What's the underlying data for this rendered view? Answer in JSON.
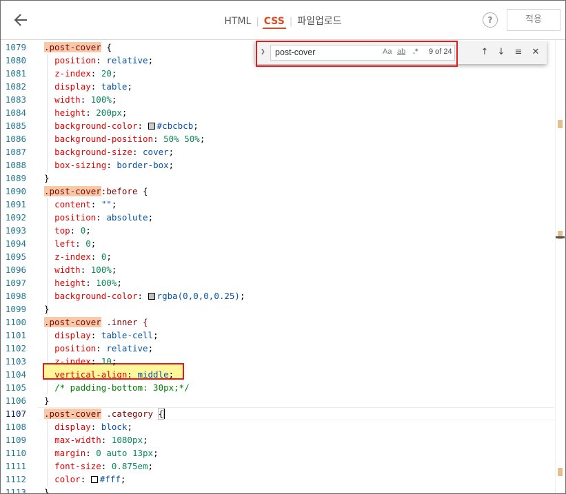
{
  "header": {
    "back_icon": "back-arrow-icon",
    "tabs": [
      {
        "label": "HTML",
        "active": false
      },
      {
        "label": "CSS",
        "active": true
      },
      {
        "label": "파일업로드",
        "active": false
      }
    ],
    "help_label": "?",
    "apply_label": "적용"
  },
  "find": {
    "toggle_icon": "chevron-right-icon",
    "query": "post-cover",
    "match_case_label": "Aa",
    "whole_word_label": "ab",
    "regex_label": ".*",
    "count": "9 of 24",
    "prev_icon": "arrow-up-icon",
    "next_icon": "arrow-down-icon",
    "selection_icon": "find-in-selection-icon",
    "close_icon": "close-icon"
  },
  "editor": {
    "current_line": "1107",
    "lines": [
      {
        "n": "1079"
      },
      {
        "n": "1080"
      },
      {
        "n": "1081"
      },
      {
        "n": "1082"
      },
      {
        "n": "1083"
      },
      {
        "n": "1084"
      },
      {
        "n": "1085"
      },
      {
        "n": "1086"
      },
      {
        "n": "1087"
      },
      {
        "n": "1088"
      },
      {
        "n": "1089"
      },
      {
        "n": "1090"
      },
      {
        "n": "1091"
      },
      {
        "n": "1092"
      },
      {
        "n": "1093"
      },
      {
        "n": "1094"
      },
      {
        "n": "1095"
      },
      {
        "n": "1096"
      },
      {
        "n": "1097"
      },
      {
        "n": "1098"
      },
      {
        "n": "1099"
      },
      {
        "n": "1100"
      },
      {
        "n": "1101"
      },
      {
        "n": "1102"
      },
      {
        "n": "1103"
      },
      {
        "n": "1104"
      },
      {
        "n": "1105"
      },
      {
        "n": "1106"
      },
      {
        "n": "1107"
      },
      {
        "n": "1108"
      },
      {
        "n": "1109"
      },
      {
        "n": "1110"
      },
      {
        "n": "1111"
      },
      {
        "n": "1112"
      },
      {
        "n": "1113"
      }
    ],
    "code": {
      "l1079_sel": ".post-cover",
      "l1079_rest": " {",
      "l1080_prop": "position",
      "l1080_val": "relative",
      "l1081_prop": "z-index",
      "l1081_val": "20",
      "l1082_prop": "display",
      "l1082_val": "table",
      "l1083_prop": "width",
      "l1083_val": "100%",
      "l1084_prop": "height",
      "l1084_val": "200px",
      "l1085_prop": "background-color",
      "l1085_val": "#cbcbcb",
      "l1086_prop": "background-position",
      "l1086_val": "50% 50%",
      "l1087_prop": "background-size",
      "l1087_val": "cover",
      "l1088_prop": "box-sizing",
      "l1088_val": "border-box",
      "l1089": "}",
      "l1090_sel": ".post-cover",
      "l1090_pseudo": ":before",
      "l1090_rest": " {",
      "l1091_prop": "content",
      "l1091_val": "\"\"",
      "l1092_prop": "position",
      "l1092_val": "absolute",
      "l1093_prop": "top",
      "l1093_val": "0",
      "l1094_prop": "left",
      "l1094_val": "0",
      "l1095_prop": "z-index",
      "l1095_val": "0",
      "l1096_prop": "width",
      "l1096_val": "100%",
      "l1097_prop": "height",
      "l1097_val": "100%",
      "l1098_prop": "background-color",
      "l1098_val": "rgba(0,0,0,0.25)",
      "l1099": "}",
      "l1100_sel": ".post-cover",
      "l1100_rest": " .inner {",
      "l1101_prop": "display",
      "l1101_val": "table-cell",
      "l1102_prop": "position",
      "l1102_val": "relative",
      "l1103_prop": "z-index",
      "l1103_val": "10",
      "l1104_prop": "vertical-align",
      "l1104_val": "middle",
      "l1105": "/* padding-bottom: 30px;*/",
      "l1106": "}",
      "l1107_sel": ".post-cover",
      "l1107_rest": " .category ",
      "l1107_brace": "{",
      "l1108_prop": "display",
      "l1108_val": "block",
      "l1109_prop": "max-width",
      "l1109_val": "1080px",
      "l1110_prop": "margin",
      "l1110_val": "0 auto 13px",
      "l1111_prop": "font-size",
      "l1111_val": "0.875em",
      "l1112_prop": "color",
      "l1112_val": "#fff",
      "l1113": "}"
    },
    "swatch_colors": {
      "bg_gray": "#cbcbcb",
      "bg_rgba": "#bfbfbf",
      "white": "#ffffff"
    }
  },
  "colors": {
    "accent": "#e0481f",
    "annotation_red": "#e8191a",
    "highlight_yellow": "#fff79a"
  }
}
